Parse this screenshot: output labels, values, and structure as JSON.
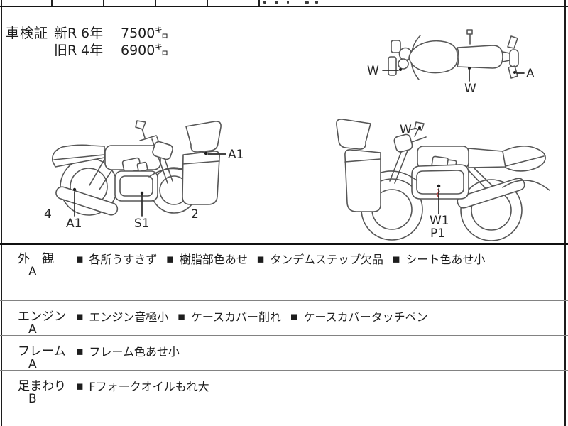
{
  "shaken": {
    "label": "車検証",
    "rows": [
      {
        "reg": "新R",
        "years": "6年",
        "km": "7500㌔"
      },
      {
        "reg": "旧R",
        "years": "4年",
        "km": "6900㌔"
      }
    ]
  },
  "diagrams": {
    "top_view": {
      "label_w_left": "W",
      "label_w_bottom": "W",
      "label_a_right": "A"
    },
    "side_left": {
      "label_rear_number": "4",
      "label_a1_muffler": "A1",
      "label_s1_engine": "S1",
      "label_front_number": "2",
      "label_a1_cowl": "A1"
    },
    "side_right": {
      "label_w_mirror": "W",
      "label_w1_engine": "W1",
      "label_p1_engine": "P1"
    }
  },
  "condition": {
    "bullet": "■",
    "rows": [
      {
        "category": "外　観",
        "grade": "A",
        "items": [
          "各所うすきず",
          "樹脂部色あせ",
          "タンデムステップ欠品",
          "シート色あせ小"
        ]
      },
      {
        "category": "エンジン",
        "grade": "A",
        "items": [
          "エンジン音極小",
          "ケースカバー削れ",
          "ケースカバータッチペン"
        ]
      },
      {
        "category": "フレーム",
        "grade": "A",
        "items": [
          "フレーム色あせ小"
        ]
      },
      {
        "category": "足まわり",
        "grade": "B",
        "items": [
          "Fフォークオイルもれ大"
        ]
      }
    ]
  },
  "colors": {
    "line_art": "#565656",
    "border": "#1c1c1c",
    "row_divider": "#828282",
    "check_red": "#c03030",
    "text": "#1d1d1d"
  }
}
